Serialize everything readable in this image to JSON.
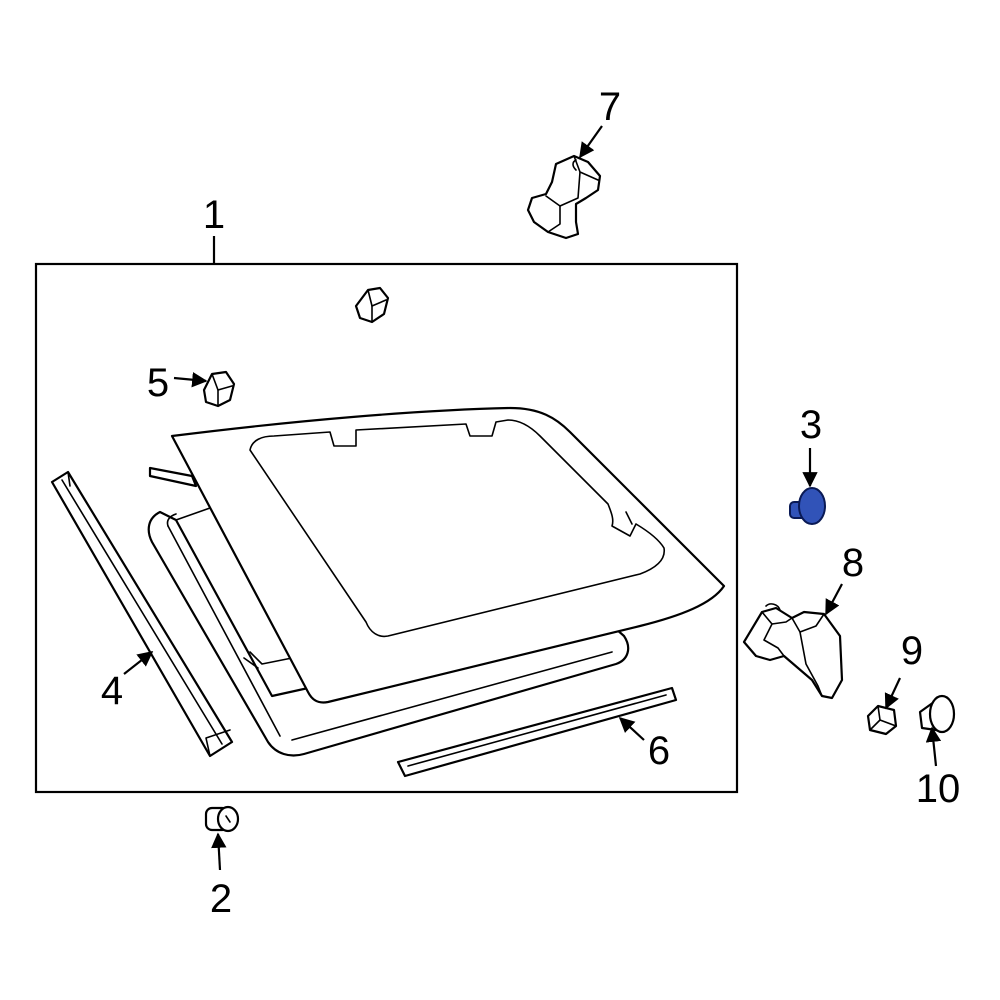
{
  "callouts": {
    "c1": "1",
    "c2": "2",
    "c3": "3",
    "c4": "4",
    "c5": "5",
    "c6": "6",
    "c7": "7",
    "c8": "8",
    "c9": "9",
    "c10": "10"
  },
  "highlight_color": "#3153b8",
  "highlighted_part": "3"
}
